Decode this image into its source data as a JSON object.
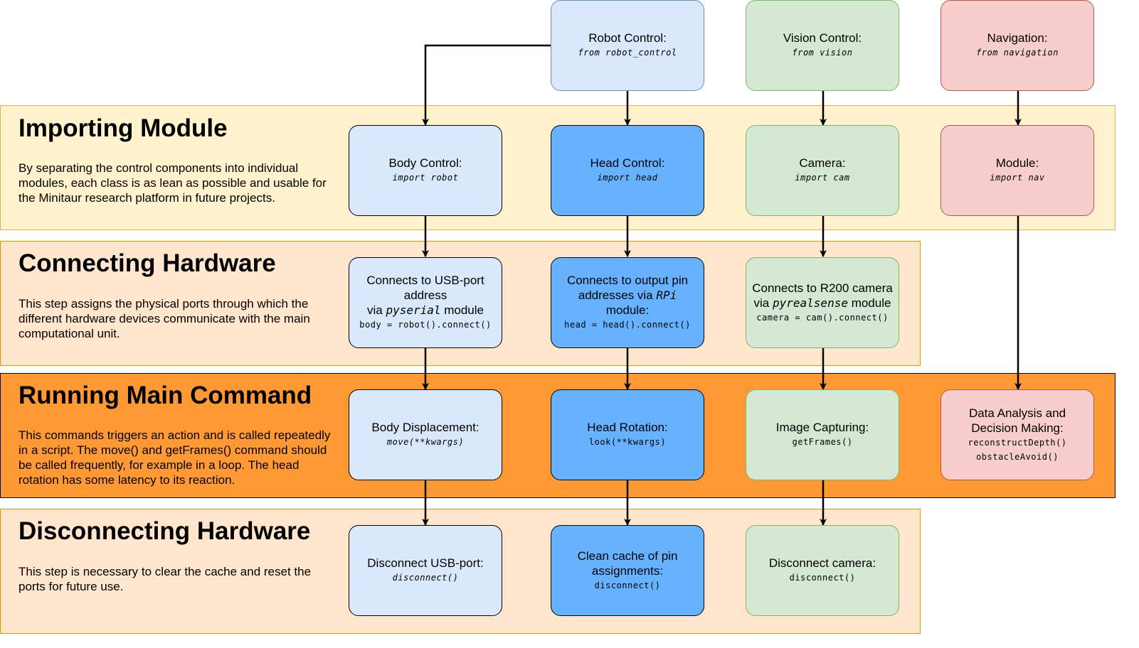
{
  "bands": [
    {
      "title": "Importing Module",
      "desc": "By separating the control components into individual modules, each class is as lean as possible and usable for the Minitaur research platform in future projects.",
      "color": "#fff2cc",
      "border": "#d6b656"
    },
    {
      "title": "Connecting Hardware",
      "desc": "This step assigns the physical ports through which the different hardware devices communicate with the main computational unit.",
      "color": "#ffe6cc",
      "border": "#d79b00"
    },
    {
      "title": "Running Main Command",
      "desc": "This commands triggers an action and is called repeatedly in a script. The move() and getFrames() command should be called frequently, for example in a loop. The head rotation has some latency to its reaction.",
      "color": "#ff9933",
      "border": "#000000"
    },
    {
      "title": "Disconnecting Hardware",
      "desc": "This step is necessary to clear the cache and reset the ports for future use.",
      "color": "#ffe6cc",
      "border": "#d79b00"
    }
  ],
  "sources": {
    "robot": {
      "title": "Robot Control:",
      "code": "from robot_control"
    },
    "vision": {
      "title": "Vision Control:",
      "code": "from vision"
    },
    "navigation": {
      "title": "Navigation:",
      "code": "from navigation"
    }
  },
  "import_row": {
    "body": {
      "title": "Body Control:",
      "code": "import robot"
    },
    "head": {
      "title": "Head Control:",
      "code": "import head"
    },
    "camera": {
      "title": "Camera:",
      "code": "import cam"
    },
    "module": {
      "title": "Module:",
      "code": "import nav"
    }
  },
  "connect_row": {
    "body": {
      "line1": "Connects to USB-port address",
      "line2_pre": "via ",
      "line2_mono": "pyserial",
      "line2_post": " module",
      "code": "body = robot().connect()"
    },
    "head": {
      "line1": "Connects to output pin addresses via ",
      "line1_mono": "RPi",
      "line2": "module:",
      "code": "head = head().connect()"
    },
    "camera": {
      "line1": "Connects to R200 camera",
      "line2_pre": "via ",
      "line2_mono": "pyrealsense",
      "line2_post": " module",
      "code": "camera = cam().connect()"
    }
  },
  "run_row": {
    "body": {
      "title": "Body Displacement:",
      "code": "move(**kwargs)"
    },
    "head": {
      "title": "Head Rotation:",
      "code": "look(**kwargs)"
    },
    "camera": {
      "title": "Image Capturing:",
      "code": "getFrames()"
    },
    "nav": {
      "title": "Data Analysis and Decision Making:",
      "code1": "reconstructDepth()",
      "code2": "obstacleAvoid()"
    }
  },
  "disconnect_row": {
    "body": {
      "title": "Disconnect USB-port:",
      "code": "disconnect()"
    },
    "head": {
      "title": "Clean cache of pin assignments:",
      "code": "disconnect()"
    },
    "camera": {
      "title": "Disconnect camera:",
      "code": "disconnect()"
    }
  }
}
